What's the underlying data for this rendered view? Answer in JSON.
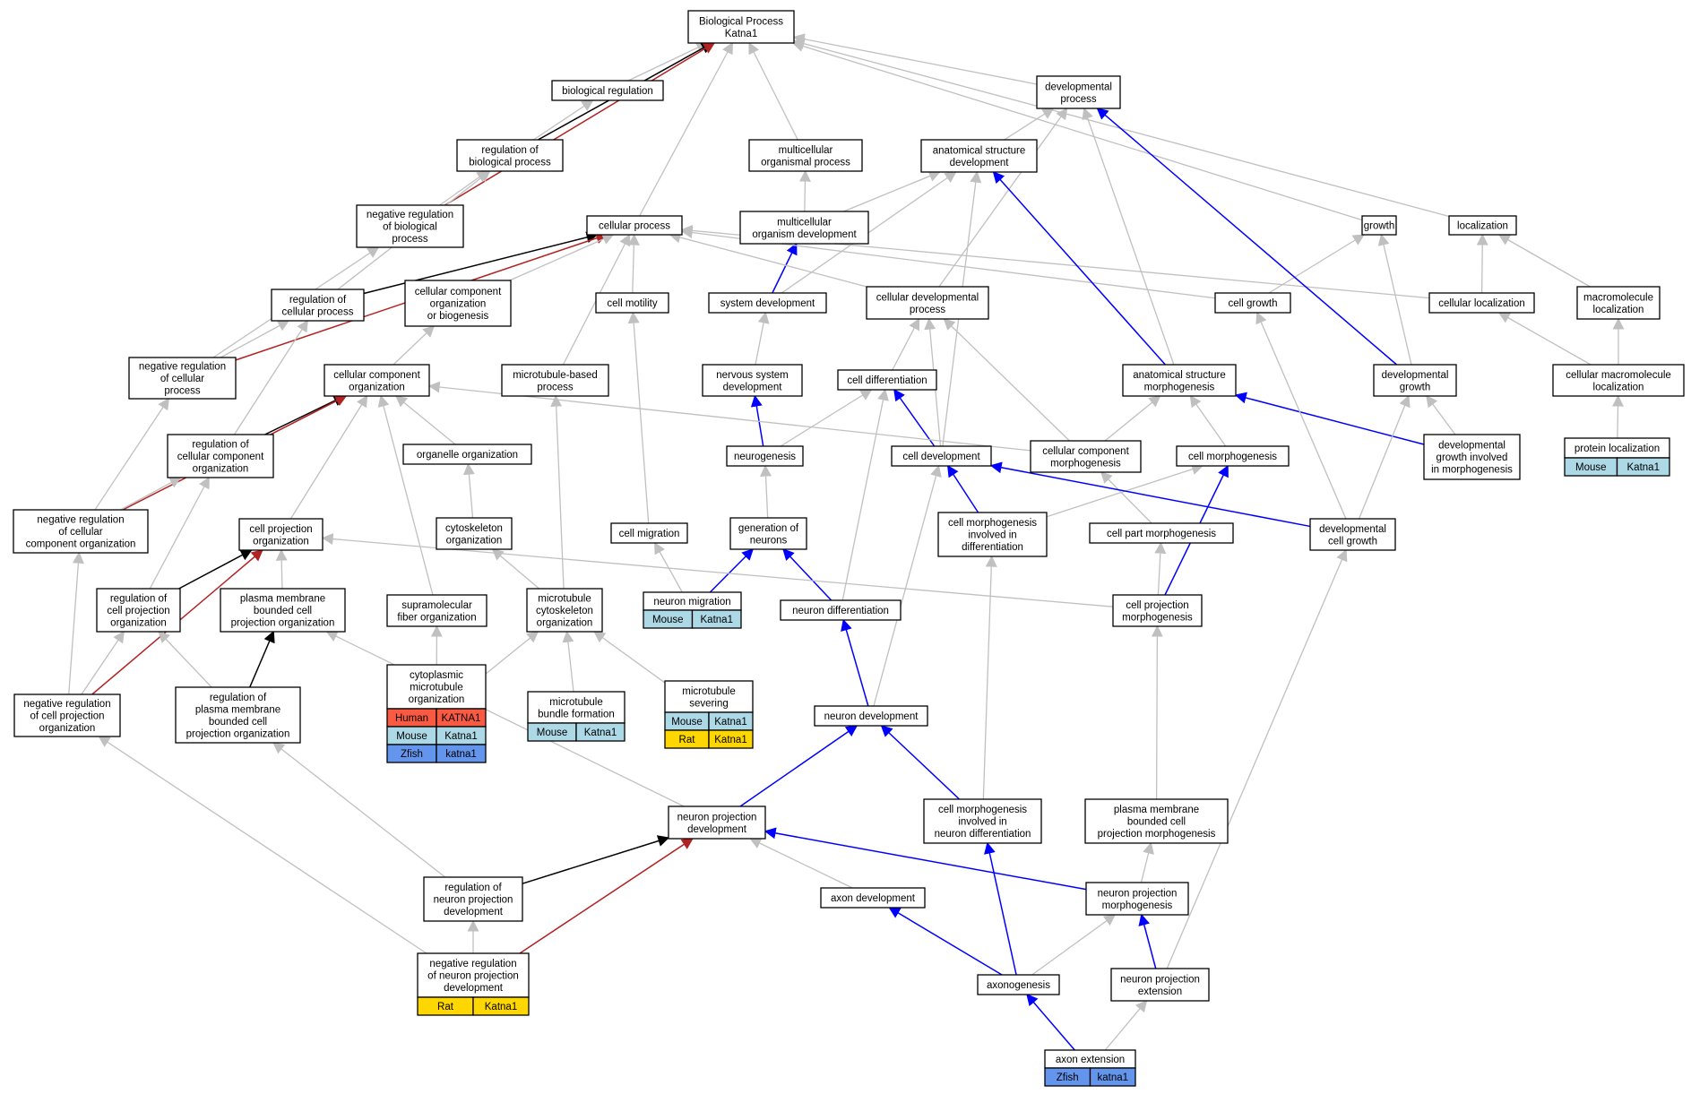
{
  "colors": {
    "gray": "#c0c0c0",
    "blue": "#0000ff",
    "red": "#b22222",
    "black": "#000000",
    "Human": "#fa5a41",
    "Mouse": "#add8e6",
    "Rat": "#ffd700",
    "Zfish": "#6495ed"
  },
  "nodes": [
    {
      "id": "bp",
      "lines": [
        "Biological Process",
        "Katna1"
      ]
    },
    {
      "id": "bioreg",
      "lines": [
        "biological regulation"
      ]
    },
    {
      "id": "devproc",
      "lines": [
        "developmental",
        "process"
      ]
    },
    {
      "id": "regbp",
      "lines": [
        "regulation of",
        "biological process"
      ]
    },
    {
      "id": "multiorg",
      "lines": [
        "multicellular",
        "organismal process"
      ]
    },
    {
      "id": "asd",
      "lines": [
        "anatomical structure",
        "development"
      ]
    },
    {
      "id": "negregbp",
      "lines": [
        "negative regulation",
        "of biological",
        "process"
      ]
    },
    {
      "id": "cellproc",
      "lines": [
        "cellular process"
      ]
    },
    {
      "id": "multidev",
      "lines": [
        "multicellular",
        "organism development"
      ]
    },
    {
      "id": "growth",
      "lines": [
        "growth"
      ]
    },
    {
      "id": "localization",
      "lines": [
        "localization"
      ]
    },
    {
      "id": "regcp",
      "lines": [
        "regulation of",
        "cellular process"
      ]
    },
    {
      "id": "ccob",
      "lines": [
        "cellular component",
        "organization",
        "or biogenesis"
      ]
    },
    {
      "id": "cellmot",
      "lines": [
        "cell motility"
      ]
    },
    {
      "id": "sysdev",
      "lines": [
        "system development"
      ]
    },
    {
      "id": "celldevproc",
      "lines": [
        "cellular developmental",
        "process"
      ]
    },
    {
      "id": "cellgrowth",
      "lines": [
        "cell growth"
      ]
    },
    {
      "id": "cellloc",
      "lines": [
        "cellular localization"
      ]
    },
    {
      "id": "macroloc",
      "lines": [
        "macromolecule",
        "localization"
      ]
    },
    {
      "id": "negregcp",
      "lines": [
        "negative regulation",
        "of cellular",
        "process"
      ]
    },
    {
      "id": "cco",
      "lines": [
        "cellular component",
        "organization"
      ]
    },
    {
      "id": "mtbased",
      "lines": [
        "microtubule-based",
        "process"
      ]
    },
    {
      "id": "nsdev",
      "lines": [
        "nervous system",
        "development"
      ]
    },
    {
      "id": "celldiff",
      "lines": [
        "cell differentiation"
      ]
    },
    {
      "id": "asm",
      "lines": [
        "anatomical structure",
        "morphogenesis"
      ]
    },
    {
      "id": "devgrowth",
      "lines": [
        "developmental",
        "growth"
      ]
    },
    {
      "id": "cmacroloc",
      "lines": [
        "cellular macromolecule",
        "localization"
      ]
    },
    {
      "id": "regcco",
      "lines": [
        "regulation of",
        "cellular component",
        "organization"
      ]
    },
    {
      "id": "orgorg",
      "lines": [
        "organelle organization"
      ]
    },
    {
      "id": "neurogen",
      "lines": [
        "neurogenesis"
      ]
    },
    {
      "id": "celldev",
      "lines": [
        "cell development"
      ]
    },
    {
      "id": "ccm",
      "lines": [
        "cellular component",
        "morphogenesis"
      ]
    },
    {
      "id": "cellmorph",
      "lines": [
        "cell morphogenesis"
      ]
    },
    {
      "id": "dgim",
      "lines": [
        "developmental",
        "growth involved",
        "in morphogenesis"
      ]
    },
    {
      "id": "protloc",
      "lines": [
        "protein localization"
      ],
      "tags": [
        {
          "sp": "Mouse",
          "gene": "Katna1"
        }
      ]
    },
    {
      "id": "negregcco",
      "lines": [
        "negative regulation",
        "of cellular",
        "component organization"
      ]
    },
    {
      "id": "cpo",
      "lines": [
        "cell projection",
        "organization"
      ]
    },
    {
      "id": "cytoorg",
      "lines": [
        "cytoskeleton",
        "organization"
      ]
    },
    {
      "id": "cellmig",
      "lines": [
        "cell migration"
      ]
    },
    {
      "id": "genneur",
      "lines": [
        "generation of",
        "neurons"
      ]
    },
    {
      "id": "cmid",
      "lines": [
        "cell morphogenesis",
        "involved in",
        "differentiation"
      ]
    },
    {
      "id": "cpm",
      "lines": [
        "cell part morphogenesis"
      ]
    },
    {
      "id": "devcg",
      "lines": [
        "developmental",
        "cell growth"
      ]
    },
    {
      "id": "regcpo",
      "lines": [
        "regulation of",
        "cell projection",
        "organization"
      ]
    },
    {
      "id": "pmbcpo",
      "lines": [
        "plasma membrane",
        "bounded cell",
        "projection organization"
      ]
    },
    {
      "id": "sfo",
      "lines": [
        "supramolecular",
        "fiber organization"
      ]
    },
    {
      "id": "mco",
      "lines": [
        "microtubule",
        "cytoskeleton",
        "organization"
      ]
    },
    {
      "id": "neurmig",
      "lines": [
        "neuron migration"
      ],
      "tags": [
        {
          "sp": "Mouse",
          "gene": "Katna1"
        }
      ]
    },
    {
      "id": "neurdiff",
      "lines": [
        "neuron differentiation"
      ]
    },
    {
      "id": "cpmorph",
      "lines": [
        "cell projection",
        "morphogenesis"
      ]
    },
    {
      "id": "negregcpo",
      "lines": [
        "negative regulation",
        "of cell projection",
        "organization"
      ]
    },
    {
      "id": "regpmbcpo",
      "lines": [
        "regulation of",
        "plasma membrane",
        "bounded cell",
        "projection organization"
      ]
    },
    {
      "id": "cmo",
      "lines": [
        "cytoplasmic",
        "microtubule",
        "organization"
      ],
      "tags": [
        {
          "sp": "Human",
          "gene": "KATNA1"
        },
        {
          "sp": "Mouse",
          "gene": "Katna1"
        },
        {
          "sp": "Zfish",
          "gene": "katna1"
        }
      ]
    },
    {
      "id": "mbf",
      "lines": [
        "microtubule",
        "bundle formation"
      ],
      "tags": [
        {
          "sp": "Mouse",
          "gene": "Katna1"
        }
      ]
    },
    {
      "id": "mtsev",
      "lines": [
        "microtubule",
        "severing"
      ],
      "tags": [
        {
          "sp": "Mouse",
          "gene": "Katna1"
        },
        {
          "sp": "Rat",
          "gene": "Katna1"
        }
      ]
    },
    {
      "id": "neurdev",
      "lines": [
        "neuron development"
      ]
    },
    {
      "id": "npd",
      "lines": [
        "neuron projection",
        "development"
      ]
    },
    {
      "id": "cmind",
      "lines": [
        "cell morphogenesis",
        "involved in",
        "neuron differentiation"
      ]
    },
    {
      "id": "pmbcpm",
      "lines": [
        "plasma membrane",
        "bounded cell",
        "projection morphogenesis"
      ]
    },
    {
      "id": "regnpd",
      "lines": [
        "regulation of",
        "neuron projection",
        "development"
      ]
    },
    {
      "id": "axondev",
      "lines": [
        "axon development"
      ]
    },
    {
      "id": "npm",
      "lines": [
        "neuron projection",
        "morphogenesis"
      ]
    },
    {
      "id": "negregnpd",
      "lines": [
        "negative regulation",
        "of neuron projection",
        "development"
      ],
      "tags": [
        {
          "sp": "Rat",
          "gene": "Katna1"
        }
      ]
    },
    {
      "id": "axonogen",
      "lines": [
        "axonogenesis"
      ]
    },
    {
      "id": "npe",
      "lines": [
        "neuron projection",
        "extension"
      ]
    },
    {
      "id": "axonext",
      "lines": [
        "axon extension"
      ],
      "tags": [
        {
          "sp": "Zfish",
          "gene": "katna1"
        }
      ]
    }
  ],
  "edges": [
    {
      "f": "bioreg",
      "t": "bp",
      "c": "gray"
    },
    {
      "f": "regbp",
      "t": "bp",
      "c": "black"
    },
    {
      "f": "regbp",
      "t": "bioreg",
      "c": "gray"
    },
    {
      "f": "negregbp",
      "t": "bp",
      "c": "red"
    },
    {
      "f": "negregbp",
      "t": "regbp",
      "c": "gray"
    },
    {
      "f": "multiorg",
      "t": "bp",
      "c": "gray"
    },
    {
      "f": "devproc",
      "t": "bp",
      "c": "gray"
    },
    {
      "f": "cellproc",
      "t": "bp",
      "c": "gray"
    },
    {
      "f": "growth",
      "t": "bp",
      "c": "gray"
    },
    {
      "f": "localization",
      "t": "bp",
      "c": "gray"
    },
    {
      "f": "asd",
      "t": "devproc",
      "c": "gray"
    },
    {
      "f": "multidev",
      "t": "multiorg",
      "c": "gray"
    },
    {
      "f": "multidev",
      "t": "asd",
      "c": "gray"
    },
    {
      "f": "sysdev",
      "t": "multidev",
      "c": "blue"
    },
    {
      "f": "sysdev",
      "t": "asd",
      "c": "gray"
    },
    {
      "f": "regcp",
      "t": "cellproc",
      "c": "black"
    },
    {
      "f": "regcp",
      "t": "regbp",
      "c": "gray"
    },
    {
      "f": "negregcp",
      "t": "cellproc",
      "c": "red"
    },
    {
      "f": "negregcp",
      "t": "regcp",
      "c": "gray"
    },
    {
      "f": "negregcp",
      "t": "negregbp",
      "c": "gray"
    },
    {
      "f": "ccob",
      "t": "cellproc",
      "c": "gray"
    },
    {
      "f": "cellmot",
      "t": "cellproc",
      "c": "gray"
    },
    {
      "f": "mtbased",
      "t": "cellproc",
      "c": "gray"
    },
    {
      "f": "celldevproc",
      "t": "cellproc",
      "c": "gray"
    },
    {
      "f": "celldevproc",
      "t": "devproc",
      "c": "gray"
    },
    {
      "f": "cellgrowth",
      "t": "cellproc",
      "c": "gray"
    },
    {
      "f": "cellgrowth",
      "t": "growth",
      "c": "gray"
    },
    {
      "f": "cellloc",
      "t": "cellproc",
      "c": "gray"
    },
    {
      "f": "cellloc",
      "t": "localization",
      "c": "gray"
    },
    {
      "f": "macroloc",
      "t": "localization",
      "c": "gray"
    },
    {
      "f": "cmacroloc",
      "t": "cellloc",
      "c": "gray"
    },
    {
      "f": "cmacroloc",
      "t": "macroloc",
      "c": "gray"
    },
    {
      "f": "protloc",
      "t": "cmacroloc",
      "c": "gray"
    },
    {
      "f": "cco",
      "t": "ccob",
      "c": "gray"
    },
    {
      "f": "nsdev",
      "t": "sysdev",
      "c": "gray"
    },
    {
      "f": "celldiff",
      "t": "celldevproc",
      "c": "gray"
    },
    {
      "f": "asm",
      "t": "asd",
      "c": "blue"
    },
    {
      "f": "asm",
      "t": "devproc",
      "c": "gray"
    },
    {
      "f": "devgrowth",
      "t": "devproc",
      "c": "blue"
    },
    {
      "f": "devgrowth",
      "t": "growth",
      "c": "gray"
    },
    {
      "f": "regcco",
      "t": "cco",
      "c": "black"
    },
    {
      "f": "regcco",
      "t": "regcp",
      "c": "gray"
    },
    {
      "f": "negregcco",
      "t": "cco",
      "c": "red"
    },
    {
      "f": "negregcco",
      "t": "regcco",
      "c": "gray"
    },
    {
      "f": "negregcco",
      "t": "negregcp",
      "c": "gray"
    },
    {
      "f": "orgorg",
      "t": "cco",
      "c": "gray"
    },
    {
      "f": "neurogen",
      "t": "nsdev",
      "c": "blue"
    },
    {
      "f": "neurogen",
      "t": "celldiff",
      "c": "gray"
    },
    {
      "f": "celldev",
      "t": "celldiff",
      "c": "blue"
    },
    {
      "f": "celldev",
      "t": "celldevproc",
      "c": "gray"
    },
    {
      "f": "celldev",
      "t": "asd",
      "c": "gray"
    },
    {
      "f": "ccm",
      "t": "cco",
      "c": "gray"
    },
    {
      "f": "ccm",
      "t": "celldevproc",
      "c": "gray"
    },
    {
      "f": "ccm",
      "t": "asm",
      "c": "gray"
    },
    {
      "f": "cellmorph",
      "t": "asm",
      "c": "gray"
    },
    {
      "f": "dgim",
      "t": "asm",
      "c": "blue"
    },
    {
      "f": "dgim",
      "t": "devgrowth",
      "c": "gray"
    },
    {
      "f": "cpo",
      "t": "cco",
      "c": "gray"
    },
    {
      "f": "cytoorg",
      "t": "orgorg",
      "c": "gray"
    },
    {
      "f": "cellmig",
      "t": "cellmot",
      "c": "gray"
    },
    {
      "f": "genneur",
      "t": "neurogen",
      "c": "gray"
    },
    {
      "f": "cmid",
      "t": "celldev",
      "c": "blue"
    },
    {
      "f": "cmid",
      "t": "cellmorph",
      "c": "gray"
    },
    {
      "f": "cpm",
      "t": "ccm",
      "c": "gray"
    },
    {
      "f": "devcg",
      "t": "celldev",
      "c": "blue"
    },
    {
      "f": "devcg",
      "t": "cellgrowth",
      "c": "gray"
    },
    {
      "f": "devcg",
      "t": "devgrowth",
      "c": "gray"
    },
    {
      "f": "regcpo",
      "t": "cpo",
      "c": "black"
    },
    {
      "f": "regcpo",
      "t": "regcco",
      "c": "gray"
    },
    {
      "f": "pmbcpo",
      "t": "cpo",
      "c": "gray"
    },
    {
      "f": "sfo",
      "t": "cco",
      "c": "gray"
    },
    {
      "f": "mco",
      "t": "cytoorg",
      "c": "gray"
    },
    {
      "f": "mco",
      "t": "mtbased",
      "c": "gray"
    },
    {
      "f": "neurmig",
      "t": "cellmig",
      "c": "gray"
    },
    {
      "f": "neurmig",
      "t": "genneur",
      "c": "blue"
    },
    {
      "f": "neurdiff",
      "t": "genneur",
      "c": "blue"
    },
    {
      "f": "neurdiff",
      "t": "celldiff",
      "c": "gray"
    },
    {
      "f": "cpmorph",
      "t": "cpo",
      "c": "gray"
    },
    {
      "f": "cpmorph",
      "t": "cellmorph",
      "c": "blue"
    },
    {
      "f": "cpmorph",
      "t": "cpm",
      "c": "gray"
    },
    {
      "f": "negregcpo",
      "t": "cpo",
      "c": "red"
    },
    {
      "f": "negregcpo",
      "t": "regcpo",
      "c": "gray"
    },
    {
      "f": "negregcpo",
      "t": "negregcco",
      "c": "gray"
    },
    {
      "f": "regpmbcpo",
      "t": "pmbcpo",
      "c": "black"
    },
    {
      "f": "regpmbcpo",
      "t": "regcpo",
      "c": "gray"
    },
    {
      "f": "cmo",
      "t": "mco",
      "c": "gray"
    },
    {
      "f": "cmo",
      "t": "sfo",
      "c": "gray"
    },
    {
      "f": "mbf",
      "t": "mco",
      "c": "gray"
    },
    {
      "f": "mtsev",
      "t": "mco",
      "c": "gray"
    },
    {
      "f": "neurdev",
      "t": "neurdiff",
      "c": "blue"
    },
    {
      "f": "neurdev",
      "t": "celldev",
      "c": "gray"
    },
    {
      "f": "npd",
      "t": "neurdev",
      "c": "blue"
    },
    {
      "f": "npd",
      "t": "pmbcpo",
      "c": "gray"
    },
    {
      "f": "cmind",
      "t": "neurdev",
      "c": "blue"
    },
    {
      "f": "cmind",
      "t": "cmid",
      "c": "gray"
    },
    {
      "f": "pmbcpm",
      "t": "cpmorph",
      "c": "gray"
    },
    {
      "f": "regnpd",
      "t": "npd",
      "c": "black"
    },
    {
      "f": "regnpd",
      "t": "regpmbcpo",
      "c": "gray"
    },
    {
      "f": "axondev",
      "t": "npd",
      "c": "gray"
    },
    {
      "f": "npm",
      "t": "npd",
      "c": "blue"
    },
    {
      "f": "npm",
      "t": "pmbcpm",
      "c": "gray"
    },
    {
      "f": "negregnpd",
      "t": "npd",
      "c": "red"
    },
    {
      "f": "negregnpd",
      "t": "regnpd",
      "c": "gray"
    },
    {
      "f": "negregnpd",
      "t": "negregcpo",
      "c": "gray"
    },
    {
      "f": "axonogen",
      "t": "axondev",
      "c": "blue"
    },
    {
      "f": "axonogen",
      "t": "cmind",
      "c": "blue"
    },
    {
      "f": "axonogen",
      "t": "npm",
      "c": "gray"
    },
    {
      "f": "npe",
      "t": "npm",
      "c": "blue"
    },
    {
      "f": "npe",
      "t": "devcg",
      "c": "gray"
    },
    {
      "f": "axonext",
      "t": "axonogen",
      "c": "blue"
    },
    {
      "f": "axonext",
      "t": "npe",
      "c": "gray"
    }
  ]
}
